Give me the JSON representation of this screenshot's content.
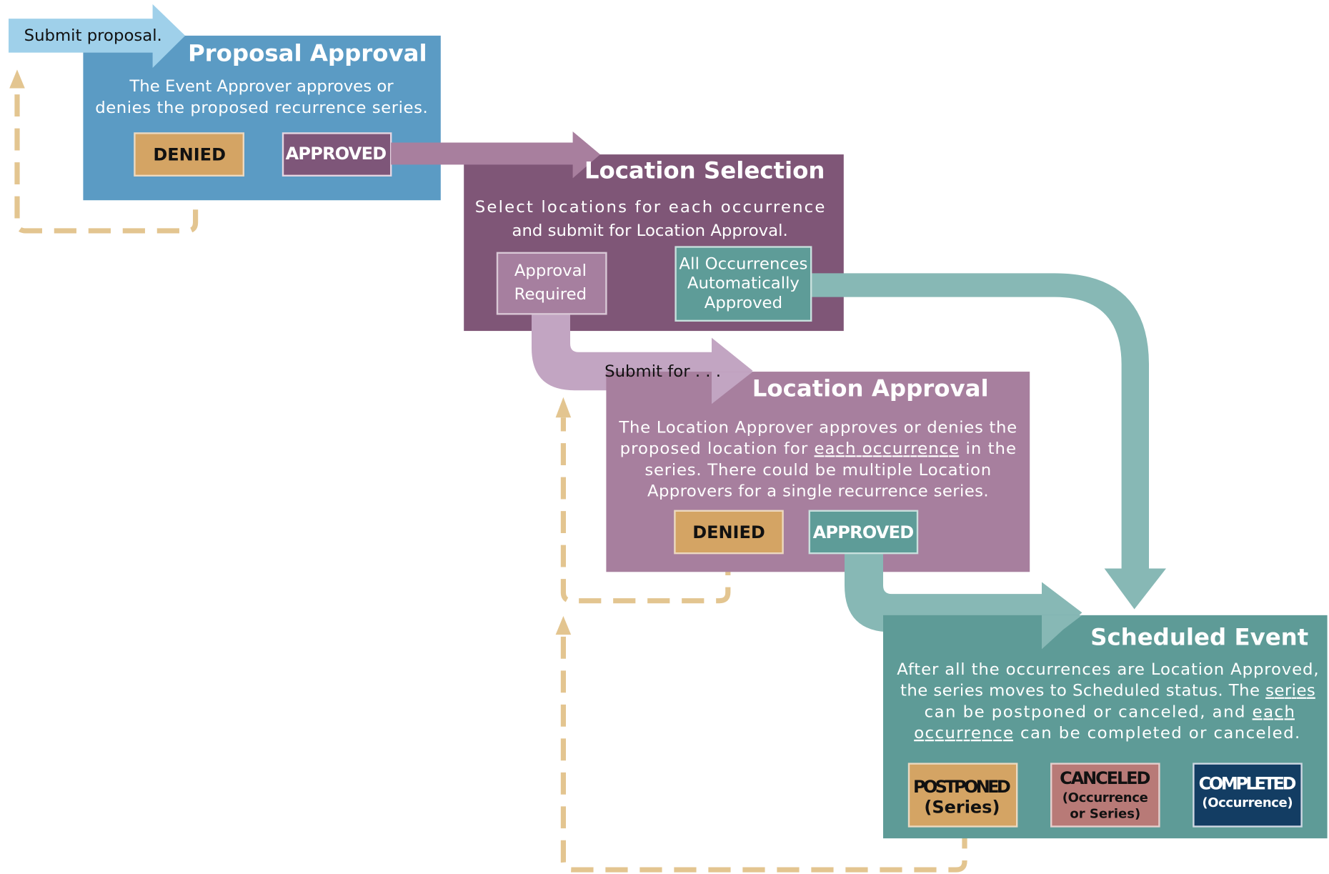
{
  "colors": {
    "proposal_box": "#5b9bc4",
    "submit_arrow": "#9fd0ea",
    "location_selection_box": "#7f5677",
    "location_approval_box": "#a77f9e",
    "scheduled_box": "#5e9b97",
    "teal_arrow": "#87b8b5",
    "mauve_arrow": "#a87f9e",
    "lilac_arrow": "#c2a5c2",
    "denied": "#d4a464",
    "canceled": "#b87a77",
    "completed": "#133d63",
    "dashed_return": "#e3c590"
  },
  "submit_proposal": "Submit proposal.",
  "proposal_approval": {
    "title": "Proposal Approval",
    "body": [
      "The Event Approver approves or",
      "denies the proposed recurrence series."
    ],
    "denied": "DENIED",
    "approved": "APPROVED"
  },
  "location_selection": {
    "title": "Location Selection",
    "body": [
      "Select locations for each occurrence",
      "and submit for Location Approval."
    ],
    "approval_required": [
      "Approval",
      "Required"
    ],
    "auto_approved": [
      "All Occurrences",
      "Automatically",
      "Approved"
    ]
  },
  "submit_for": "Submit for . . .",
  "location_approval": {
    "title": "Location Approval",
    "line1": "The Location Approver approves or denies the",
    "line2_a": "proposed location for ",
    "line2_u": "each occurrence",
    "line2_b": " in the",
    "line3": "series.  There could be multiple Location",
    "line4": "Approvers for a single recurrence series.",
    "denied": "DENIED",
    "approved": "APPROVED"
  },
  "scheduled_event": {
    "title": "Scheduled Event",
    "line1": "After all the occurrences are Location Approved,",
    "line2_a": "the series moves to Scheduled status.  The ",
    "line2_u": "series",
    "line3_a": "can be postponed or canceled, and ",
    "line3_u": "each ",
    "line4_u": "occurrence",
    "line4_b": " can be completed or canceled.",
    "postponed": [
      "POSTPONED",
      "(Series)"
    ],
    "canceled": [
      "CANCELED",
      "(Occurrence",
      "or Series)"
    ],
    "completed": [
      "COMPLETED",
      "(Occurrence)"
    ]
  }
}
